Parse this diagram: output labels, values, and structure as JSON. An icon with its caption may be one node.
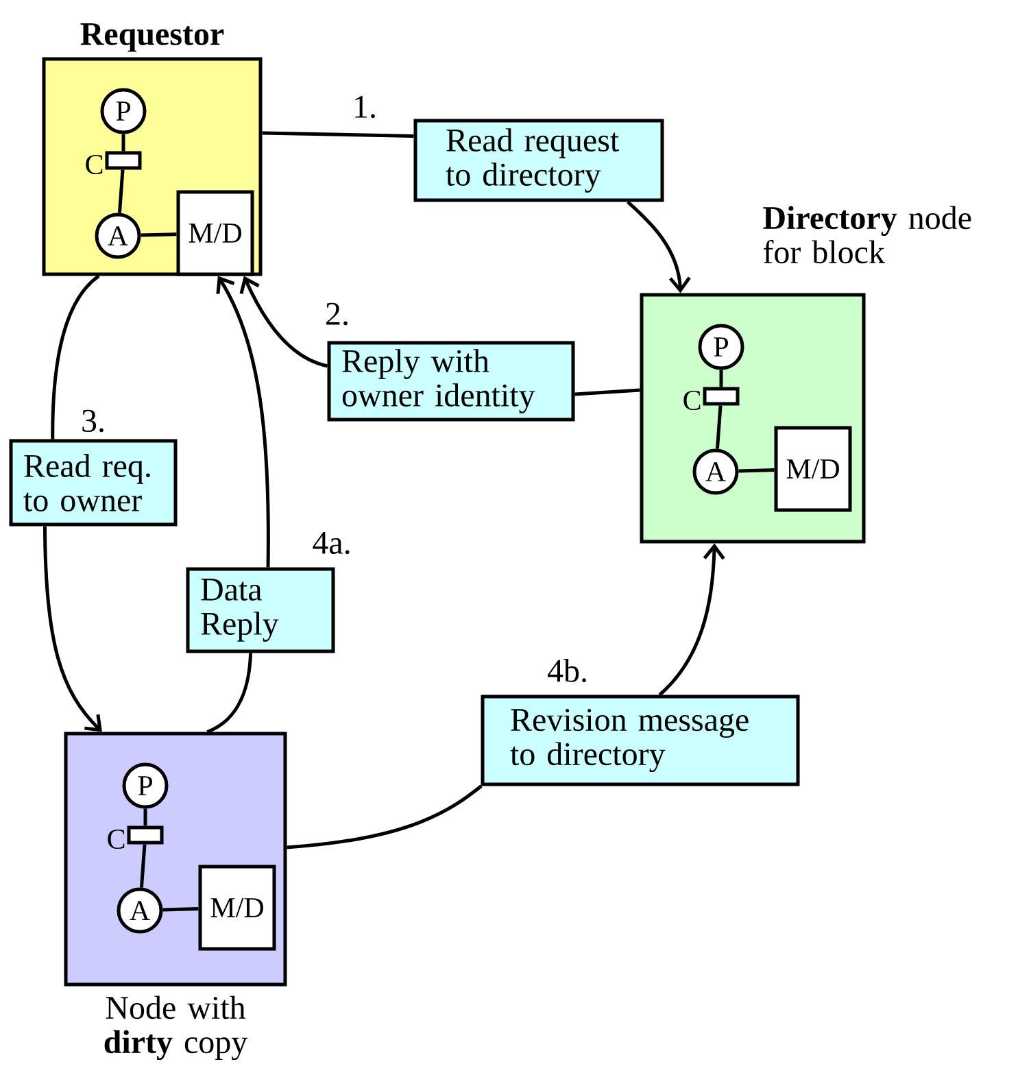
{
  "diagram": {
    "nodes": [
      {
        "text": [
          "Requestor"
        ]
      },
      {
        "text": [
          "P"
        ],
        "in": 0
      },
      {
        "text": [],
        "shape": "box",
        "beside": [
          "C"
        ],
        "in": 0
      },
      {
        "text": [
          "A"
        ],
        "in": 0
      },
      {
        "text": [
          "M/D"
        ],
        "in": 0
      },
      {
        "text": [
          "Read request to directory"
        ],
        "beside": [
          "1."
        ]
      },
      {
        "text": [
          "**Directory** node for block"
        ]
      },
      {
        "text": [
          "P"
        ],
        "in": 6
      },
      {
        "text": [],
        "shape": "box",
        "beside": [
          "C"
        ],
        "in": 6
      },
      {
        "text": [
          "A"
        ],
        "in": 6
      },
      {
        "text": [
          "M/D"
        ],
        "in": 6
      },
      {
        "text": [
          "Reply with owner identity"
        ],
        "beside": [
          "2."
        ]
      },
      {
        "text": [
          "Read req. to owner"
        ],
        "beside": [
          "3."
        ]
      },
      {
        "text": [
          "Data Reply"
        ],
        "beside": [
          "4a."
        ]
      },
      {
        "text": [
          "Revision message to directory"
        ],
        "beside": [
          "4b."
        ]
      },
      {
        "text": [
          "Node with **dirty** copy"
        ]
      },
      {
        "text": [
          "P"
        ],
        "in": 15
      },
      {
        "text": [],
        "shape": "box",
        "beside": [
          "C"
        ],
        "in": 15
      },
      {
        "text": [
          "A"
        ],
        "in": 15
      },
      {
        "text": [
          "M/D"
        ],
        "in": 15
      }
    ],
    "edges": [
      {
        "from": 0,
        "to": 5,
        "arrow": "none"
      },
      {
        "from": 5,
        "to": 6,
        "arrow": "to"
      },
      {
        "from": 6,
        "to": 11,
        "arrow": "none"
      },
      {
        "from": 11,
        "to": 0,
        "arrow": "to"
      },
      {
        "from": 0,
        "to": 12,
        "arrow": "none"
      },
      {
        "from": 12,
        "to": 15,
        "arrow": "to"
      },
      {
        "from": 15,
        "to": 13,
        "arrow": "none"
      },
      {
        "from": 13,
        "to": 0,
        "arrow": "to"
      },
      {
        "from": 15,
        "to": 14,
        "arrow": "none"
      },
      {
        "from": 14,
        "to": 6,
        "arrow": "to"
      },
      {
        "from": 1,
        "to": 2,
        "arrow": "none"
      },
      {
        "from": 2,
        "to": 3,
        "arrow": "none"
      },
      {
        "from": 3,
        "to": 4,
        "arrow": "none"
      },
      {
        "from": 7,
        "to": 8,
        "arrow": "none"
      },
      {
        "from": 8,
        "to": 9,
        "arrow": "none"
      },
      {
        "from": 9,
        "to": 10,
        "arrow": "none"
      },
      {
        "from": 16,
        "to": 17,
        "arrow": "none"
      },
      {
        "from": 17,
        "to": 18,
        "arrow": "none"
      },
      {
        "from": 18,
        "to": 19,
        "arrow": "none"
      }
    ]
  }
}
